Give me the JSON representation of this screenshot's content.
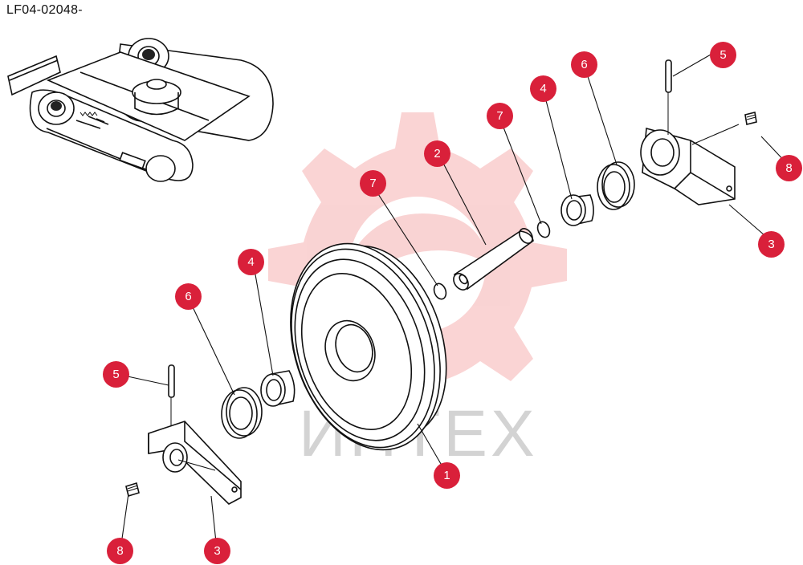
{
  "drawing_code": "LF04-02048-",
  "watermark": {
    "text": "ИНТЕХ",
    "color": "#e83a3a"
  },
  "callout_color": "#d9203a",
  "callouts": [
    {
      "id": "c1",
      "label": "1"
    },
    {
      "id": "c2",
      "label": "2"
    },
    {
      "id": "c3a",
      "label": "3"
    },
    {
      "id": "c3b",
      "label": "3"
    },
    {
      "id": "c4a",
      "label": "4"
    },
    {
      "id": "c4b",
      "label": "4"
    },
    {
      "id": "c5a",
      "label": "5"
    },
    {
      "id": "c5b",
      "label": "5"
    },
    {
      "id": "c6a",
      "label": "6"
    },
    {
      "id": "c6b",
      "label": "6"
    },
    {
      "id": "c7a",
      "label": "7"
    },
    {
      "id": "c7b",
      "label": "7"
    },
    {
      "id": "c8a",
      "label": "8"
    },
    {
      "id": "c8b",
      "label": "8"
    }
  ]
}
